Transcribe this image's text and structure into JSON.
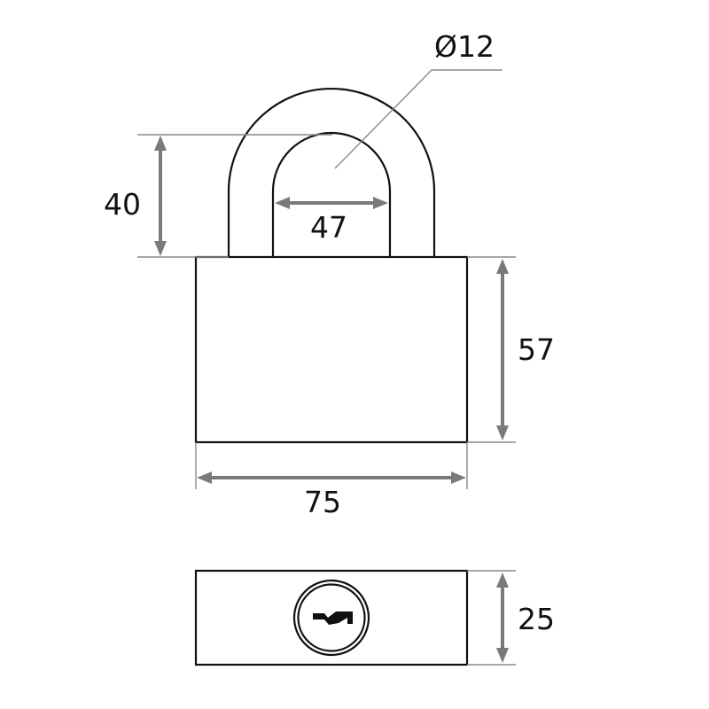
{
  "title": "Padlock dimension drawing",
  "dimensions": {
    "shackle_diameter": "Ø12",
    "shackle_clearance": "40",
    "shackle_inner_width": "47",
    "body_height": "57",
    "body_width": "75",
    "body_depth": "25"
  },
  "colors": {
    "outline": "#111111",
    "dimension": "#7a7a7a"
  }
}
